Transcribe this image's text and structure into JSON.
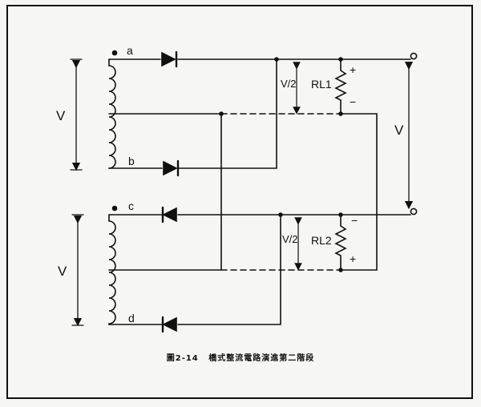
{
  "labels": {
    "terminal_a": "a",
    "terminal_b": "b",
    "terminal_c": "c",
    "terminal_d": "d",
    "voltage_top": "V",
    "voltage_bottom": "V",
    "voltage_output": "V",
    "half_v_top": "V/2",
    "half_v_bottom": "V/2",
    "rl1": "RL1",
    "rl2": "RL2",
    "rl1_plus": "+",
    "rl1_minus": "−",
    "rl2_minus": "−",
    "rl2_plus": "+"
  },
  "caption": {
    "figure_number": "圖2-14",
    "title": "橋式整流電路演進第二階段"
  }
}
